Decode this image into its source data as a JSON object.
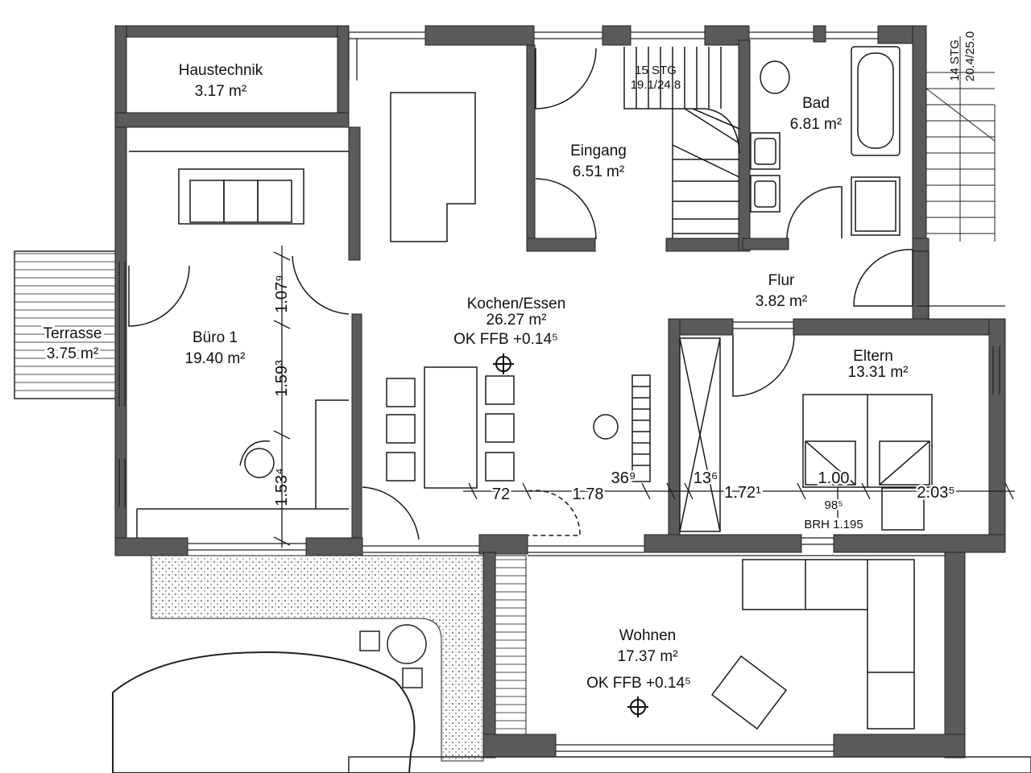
{
  "rooms": {
    "haustechnik": {
      "name": "Haustechnik",
      "area": "3.17 m²"
    },
    "buero": {
      "name": "Büro 1",
      "area": "19.40 m²"
    },
    "terrasse": {
      "name": "Terrasse",
      "area": "3.75 m²"
    },
    "kochen": {
      "name": "Kochen/Essen",
      "area": "26.27 m²",
      "level": "OK FFB +0.14⁵"
    },
    "eingang": {
      "name": "Eingang",
      "area": "6.51 m²"
    },
    "bad": {
      "name": "Bad",
      "area": "6.81 m²"
    },
    "flur": {
      "name": "Flur",
      "area": "3.82 m²"
    },
    "eltern": {
      "name": "Eltern",
      "area": "13.31 m²"
    },
    "wohnen": {
      "name": "Wohnen",
      "area": "17.37 m²",
      "level": "OK FFB +0.14⁵"
    }
  },
  "stairs": {
    "inner": {
      "count": "15 STG",
      "ratio": "19.1/24.8"
    },
    "outer": {
      "count": "14 STG",
      "ratio": "20.4/25.0"
    }
  },
  "dimensions": {
    "buero_v1": "1.07⁹",
    "buero_v2": "1.59³",
    "buero_v3": "1.53⁴",
    "h_72": "72",
    "h_178": "1.78",
    "h_369": "36⁹",
    "h_136": "13⁶",
    "h_1721": "1.72¹",
    "h_100": "1.00",
    "h_985": "98⁵",
    "h_2035": "2.03⁵",
    "brh": "BRH 1.195"
  },
  "colors": {
    "wall": "#5a5a5a",
    "line": "#1a1a1a",
    "background": "#ffffff"
  }
}
